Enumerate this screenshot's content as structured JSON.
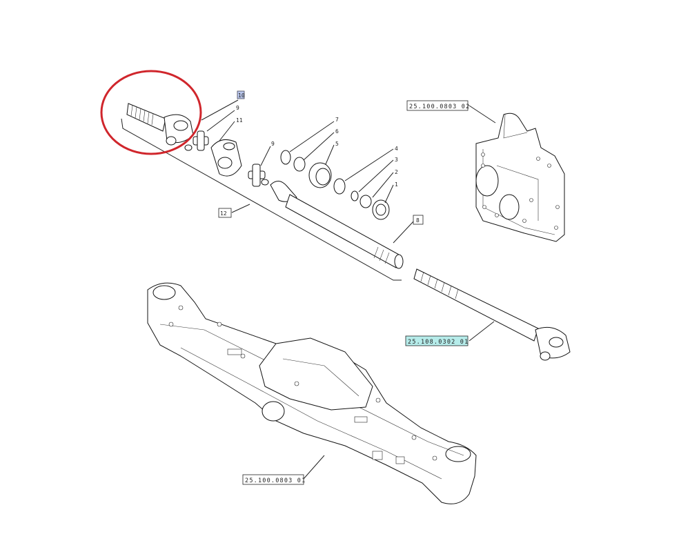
{
  "colors": {
    "highlight_circle": "#d0262c",
    "highlight_box_blue": "#b9c6ec",
    "highlight_box_cyan": "#b6ecea",
    "line": "#222222"
  },
  "callouts": {
    "p1": "1",
    "p2": "2",
    "p3": "3",
    "p4": "4",
    "p5": "5",
    "p6": "6",
    "p7": "7",
    "p8": "8",
    "p9a": "9",
    "p9b": "9",
    "p10": "10",
    "p11": "11",
    "p12": "12"
  },
  "references": {
    "housing_ref": "25.100.0803 02",
    "shaft_ref": "25.108.0302 01",
    "axle_ref": "25.100.0803 01"
  }
}
